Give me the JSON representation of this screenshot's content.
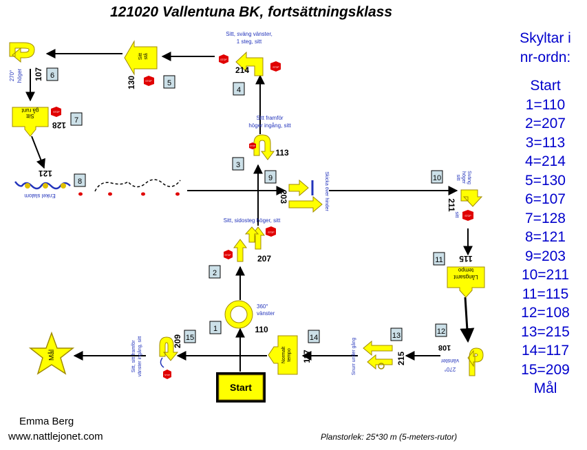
{
  "title": "121020 Vallentuna BK, fortsättningsklass",
  "legend": {
    "heading_1": "Skyltar i",
    "heading_2": "nr-ordn:",
    "items": [
      "Start",
      "1=110",
      "2=207",
      "3=113",
      "4=214",
      "5=130",
      "6=107",
      "7=128",
      "8=121",
      "9=203",
      "10=211",
      "11=115",
      "12=108",
      "13=215",
      "14=117",
      "15=209",
      "Mål"
    ]
  },
  "footer": {
    "author": "Emma Berg",
    "site": "www.nattlejonet.com",
    "plan_size": "Planstorlek: 25*30 m (5-meters-rutor)"
  },
  "course": {
    "start_label": "Start",
    "finish_label": "Mål",
    "stop_text": "STOP",
    "stations": [
      {
        "step": "1",
        "sign": "110",
        "caption_1": "360°",
        "caption_2": "vänster",
        "icon": "circle-arrow-icon"
      },
      {
        "step": "2",
        "sign": "207",
        "caption": "Sitt, sidosteg höger, sitt",
        "icon": "sidestep-arrows-icon"
      },
      {
        "step": "3",
        "sign": "113",
        "caption_1": "Sitt framför",
        "caption_2": "höger ingång, sitt",
        "icon": "u-turn-icon"
      },
      {
        "step": "4",
        "sign": "214",
        "caption_1": "Sitt, sväng vänster,",
        "caption_2": "1 steg, sitt",
        "icon": "turn-left-arrow-icon"
      },
      {
        "step": "5",
        "sign": "130",
        "caption_1": "Sitt",
        "caption_2": "stå",
        "icon": "arrow-sign-icon"
      },
      {
        "step": "6",
        "sign": "107",
        "caption_1": "270°",
        "caption_2": "höger",
        "icon": "loop-arrow-icon"
      },
      {
        "step": "7",
        "sign": "128",
        "caption_1": "Sitt",
        "caption_2": "gå runt",
        "icon": "arrow-sign-icon"
      },
      {
        "step": "8",
        "sign": "121",
        "caption": "Enkel slalom",
        "icon": "slalom-icon"
      },
      {
        "step": "9",
        "sign": "203",
        "caption": "Skicka över hinder",
        "icon": "jump-arrows-icon"
      },
      {
        "step": "10",
        "sign": "211",
        "caption_1": "Sväng",
        "caption_2": "höger",
        "caption_3": "sitt",
        "icon": "turn-right-arrow-icon"
      },
      {
        "step": "11",
        "sign": "115",
        "caption_1": "Långsamt",
        "caption_2": "tempo",
        "icon": "arrow-sign-icon"
      },
      {
        "step": "12",
        "sign": "108",
        "caption_1": "270°",
        "caption_2": "vänster",
        "icon": "loop-arrow-icon"
      },
      {
        "step": "13",
        "sign": "215",
        "caption": "Snurr under gång",
        "icon": "spin-arrows-icon"
      },
      {
        "step": "14",
        "sign": "117",
        "caption_1": "Normalt",
        "caption_2": "tempo",
        "icon": "arrow-sign-icon"
      },
      {
        "step": "15",
        "sign": "209",
        "caption_1": "Sitt, sitt framför",
        "caption_2": "vänster ingång, sitt",
        "icon": "u-turn-icon"
      }
    ]
  },
  "colors": {
    "sign_fill": "#ffff00",
    "sign_stroke": "#a08a00",
    "step_box": "#cce0e8",
    "stop_red": "#e00000",
    "text_blue": "#2233bb",
    "legend_blue": "#0000cc"
  }
}
